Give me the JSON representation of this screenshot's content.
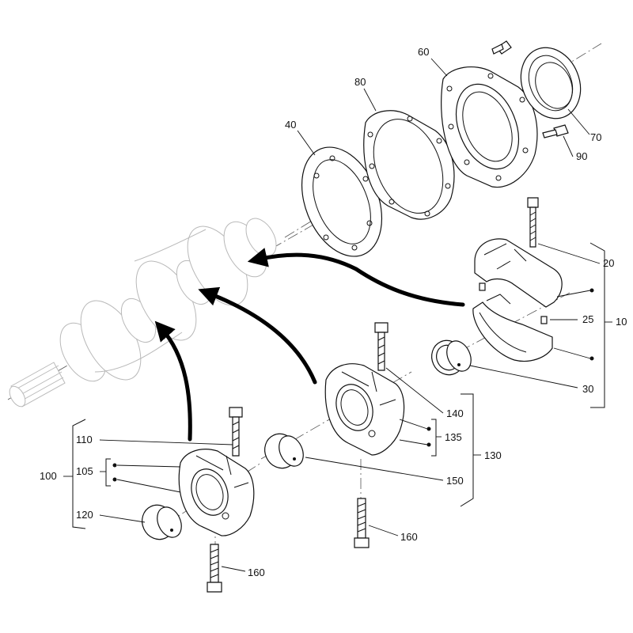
{
  "labels": {
    "p10": "10",
    "p20": "20",
    "p25": "25",
    "p30": "30",
    "p40": "40",
    "p60": "60",
    "p70": "70",
    "p80": "80",
    "p90": "90",
    "p100": "100",
    "p105": "105",
    "p110": "110",
    "p120": "120",
    "p130": "130",
    "p135": "135",
    "p140": "140",
    "p150": "150",
    "p160a": "160",
    "p160b": "160"
  }
}
